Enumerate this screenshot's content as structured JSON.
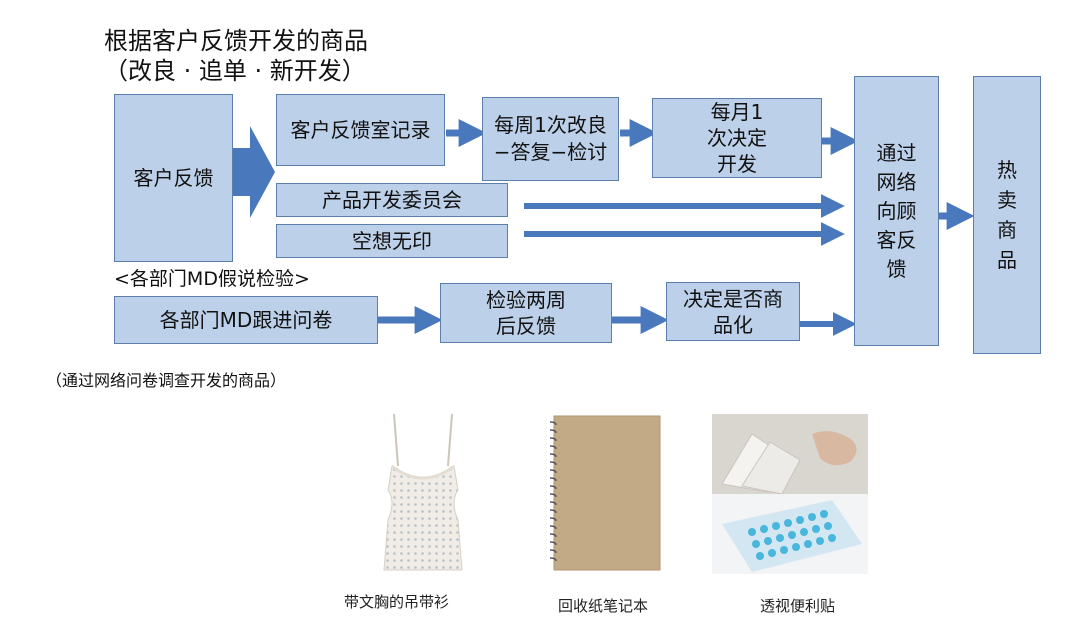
{
  "header": {
    "title_line1": "根据客户反馈开发的商品",
    "title_line2": "（改良 · 追单 · 新开发）"
  },
  "boxes": {
    "customer_feedback": "客户反馈",
    "feedback_room": "客户反馈室记录",
    "weekly_review": "每周1次改良−答复−检讨",
    "monthly_decision": "每月1次决定开发",
    "dev_committee": "产品开发委员会",
    "kusou_muji": "空想无印",
    "web_survey": "通过网络向顾客反馈",
    "hot_products": "热卖商品",
    "md_survey": "各部门MD跟进问卷",
    "verify": "检验两周后反馈",
    "decide_product": "决定是否商品化"
  },
  "section_label": "<各部门MD假说检验>",
  "note": "（通过网络问卷调查开发的商品）",
  "products": [
    {
      "caption": "带文胸的吊带衫",
      "icon": "camisole-photo"
    },
    {
      "caption": "回收纸笔记本",
      "icon": "notebook-photo"
    },
    {
      "caption": "透视便利贴",
      "icon": "sticky-notes-photo"
    }
  ],
  "colors": {
    "box_fill": "#bcd1e9",
    "box_border": "#5b7eab",
    "arrow": "#4a78bd"
  }
}
